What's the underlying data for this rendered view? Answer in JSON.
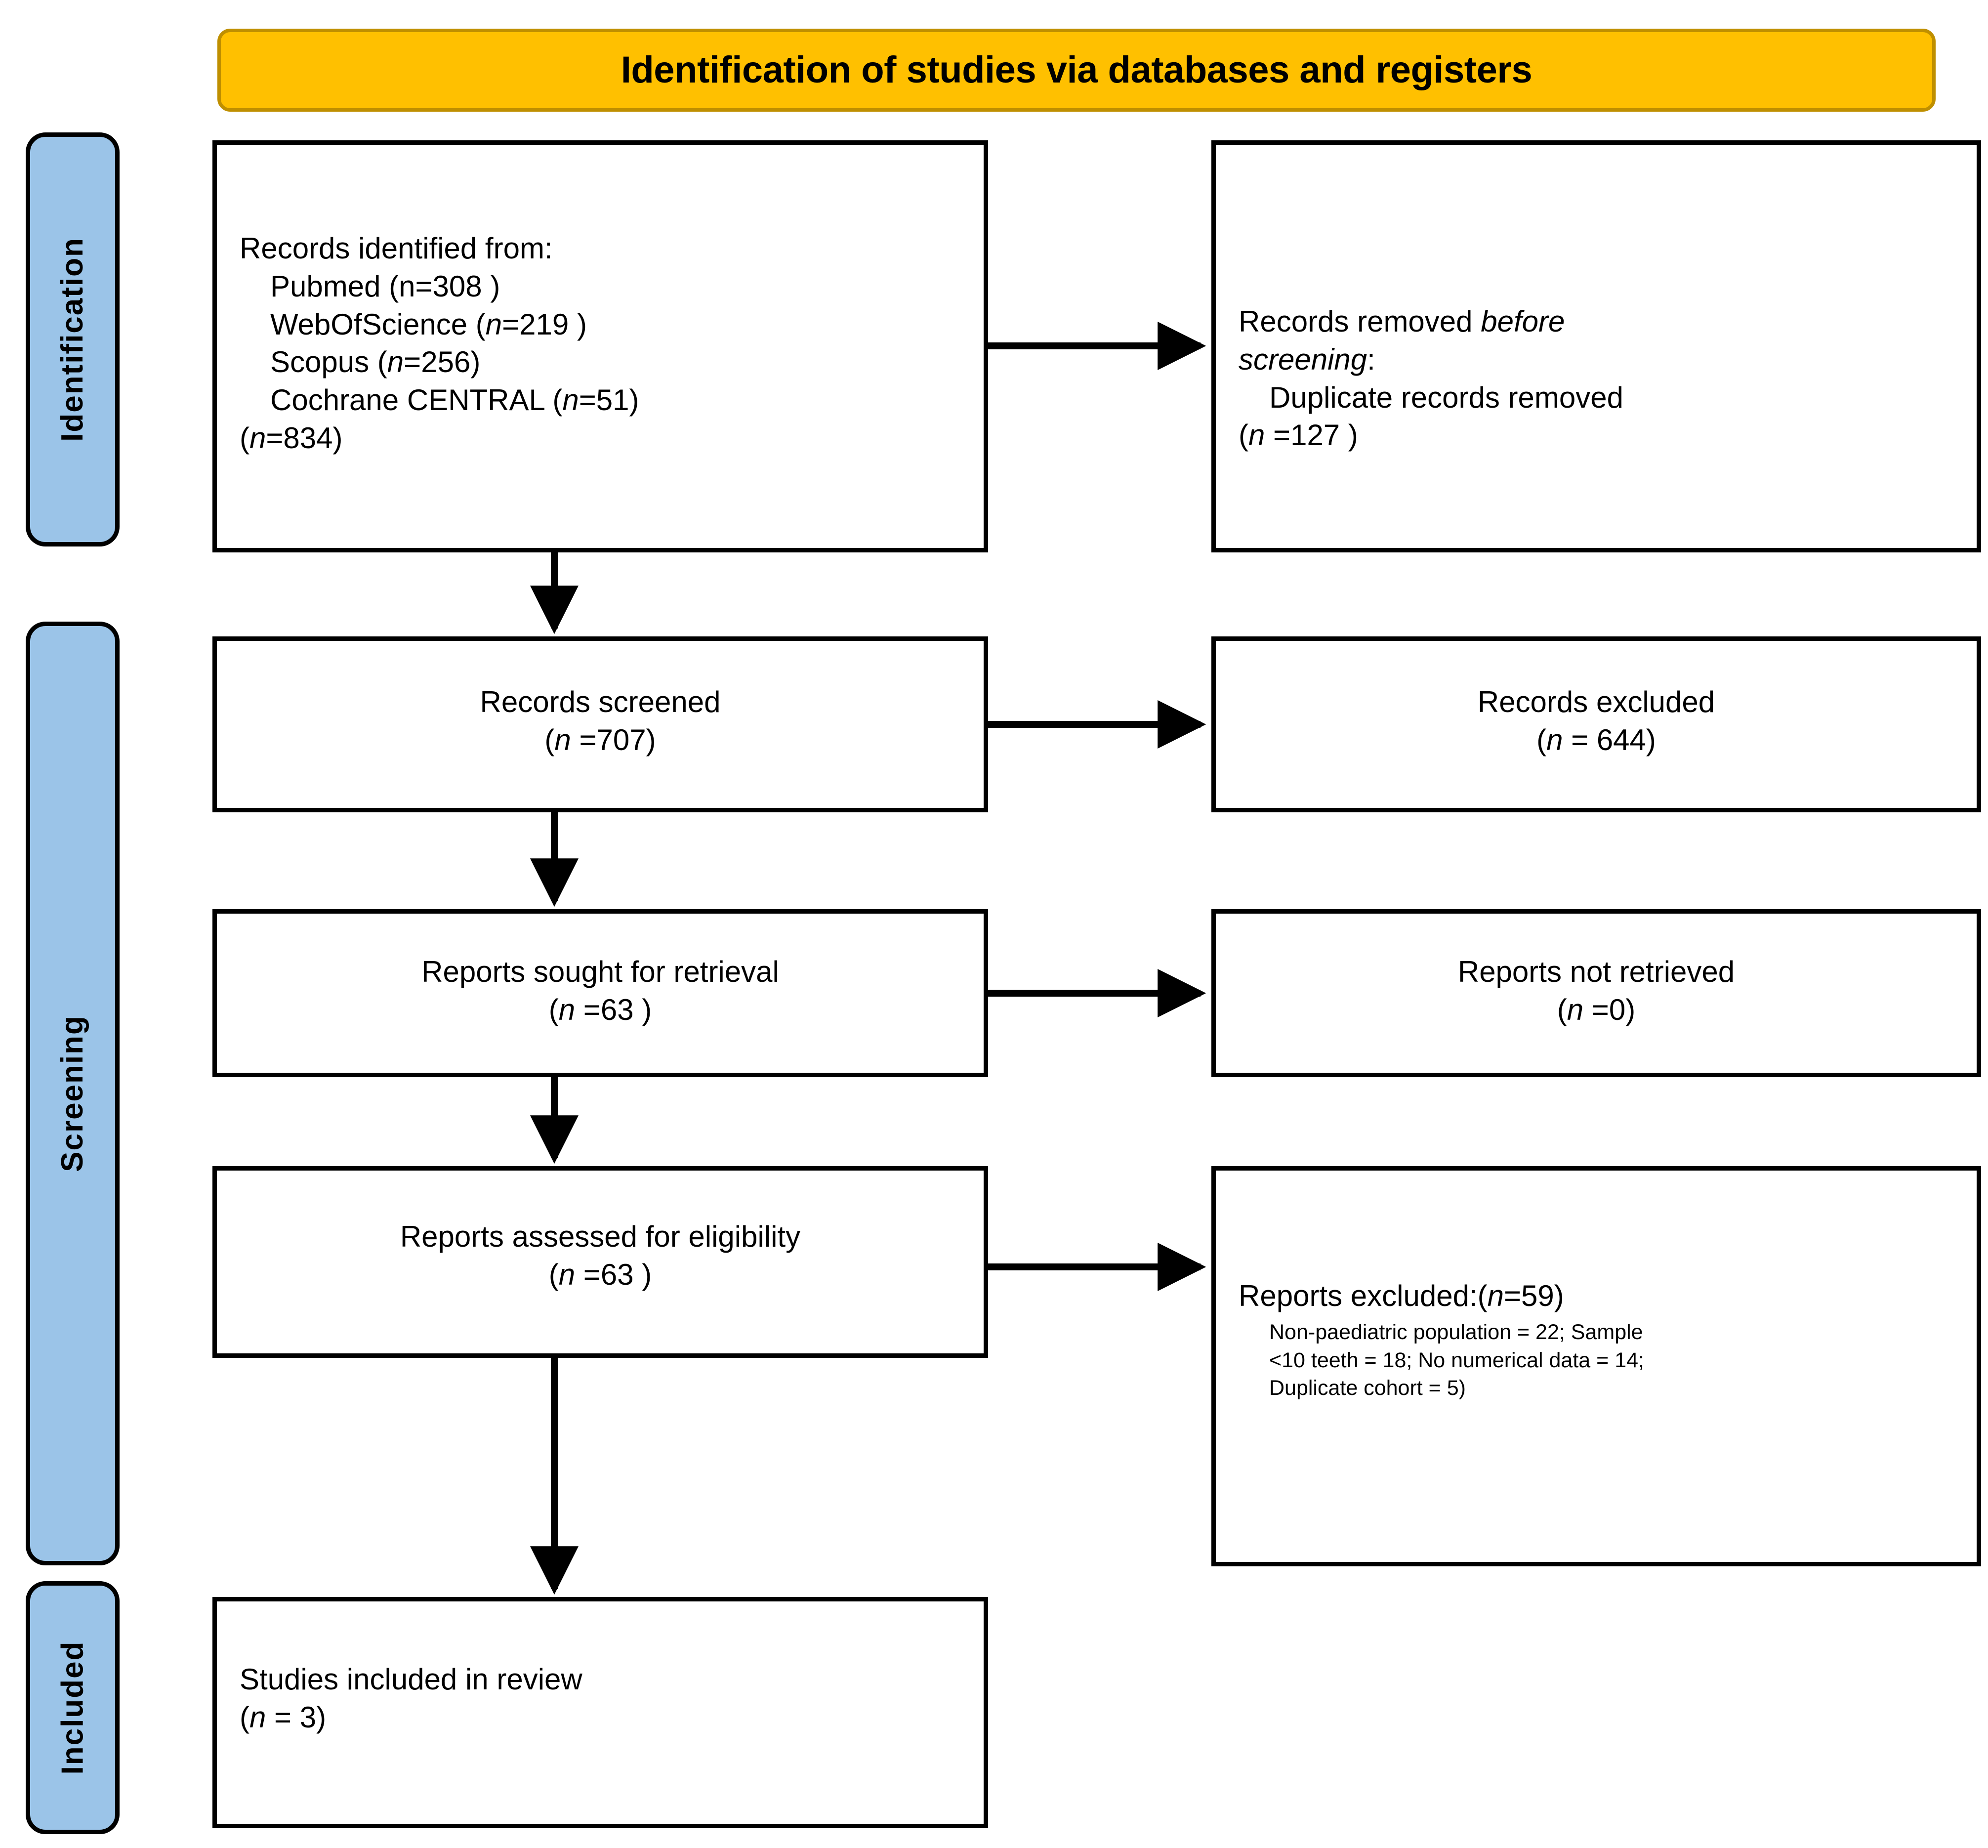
{
  "header": {
    "title": "Identification of studies via databases and registers",
    "bg_color": "#FFC000",
    "border_color": "#BF8F00"
  },
  "stages": [
    {
      "id": "identification",
      "label": "Identification",
      "color": "#9BC4E8"
    },
    {
      "id": "screening",
      "label": "Screening",
      "color": "#9BC4E8"
    },
    {
      "id": "included",
      "label": "Included",
      "color": "#9BC4E8"
    }
  ],
  "boxes": {
    "records_identified": {
      "heading": "Records identified from:",
      "sources": [
        {
          "name": "Pubmed",
          "count_text": "(n=308 )",
          "n_italic": false
        },
        {
          "name": "WebOfScience",
          "count_text": "=219 )",
          "n_italic": true
        },
        {
          "name": "Scopus",
          "count_text": "=256)",
          "n_italic": true
        },
        {
          "name": "Cochrane CENTRAL",
          "count_text": "=51)",
          "n_italic": true
        }
      ],
      "total": "=834)"
    },
    "records_removed": {
      "line1_plain": "Records removed ",
      "line1_italic": "before",
      "line2_italic": "screening",
      "line2_plain": ":",
      "line3": "Duplicate records removed",
      "line4": " =127 )"
    },
    "records_screened": {
      "line1": "Records screened",
      "line2": " =707)"
    },
    "records_excluded": {
      "line1": "Records excluded",
      "line2": " = 644)"
    },
    "reports_sought": {
      "line1": "Reports sought for retrieval",
      "line2": " =63 )"
    },
    "reports_not_retrieved": {
      "line1": "Reports not retrieved",
      "line2": " =0)"
    },
    "reports_assessed": {
      "line1": "Reports assessed for eligibility",
      "line2": " =63 )"
    },
    "reports_excluded": {
      "heading_plain": "Reports excluded:(",
      "heading_italic": "n",
      "heading_tail": "=59)",
      "reasons": [
        "Non-paediatric population = 22; Sample",
        "<10 teeth = 18; No numerical data = 14;",
        "Duplicate cohort = 5)"
      ]
    },
    "studies_included": {
      "line1": "Studies included in review",
      "line2": " = 3)"
    }
  },
  "symbols": {
    "n_italic": "n",
    "paren_open": "(",
    "paren_close": ")"
  },
  "chart_data": {
    "type": "diagram",
    "title": "Identification of studies via databases and registers",
    "flow": [
      {
        "stage": "Identification",
        "node": "Records identified from databases",
        "n": 834,
        "breakdown": {
          "Pubmed": 308,
          "WebOfScience": 219,
          "Scopus": 256,
          "Cochrane CENTRAL": 51
        }
      },
      {
        "stage": "Identification",
        "node": "Duplicate records removed before screening",
        "n": 127
      },
      {
        "stage": "Screening",
        "node": "Records screened",
        "n": 707
      },
      {
        "stage": "Screening",
        "node": "Records excluded",
        "n": 644
      },
      {
        "stage": "Screening",
        "node": "Reports sought for retrieval",
        "n": 63
      },
      {
        "stage": "Screening",
        "node": "Reports not retrieved",
        "n": 0
      },
      {
        "stage": "Screening",
        "node": "Reports assessed for eligibility",
        "n": 63
      },
      {
        "stage": "Screening",
        "node": "Reports excluded",
        "n": 59,
        "reasons": {
          "Non-paediatric population": 22,
          "Sample <10 teeth": 18,
          "No numerical data": 14,
          "Duplicate cohort": 5
        }
      },
      {
        "stage": "Included",
        "node": "Studies included in review",
        "n": 3
      }
    ]
  }
}
